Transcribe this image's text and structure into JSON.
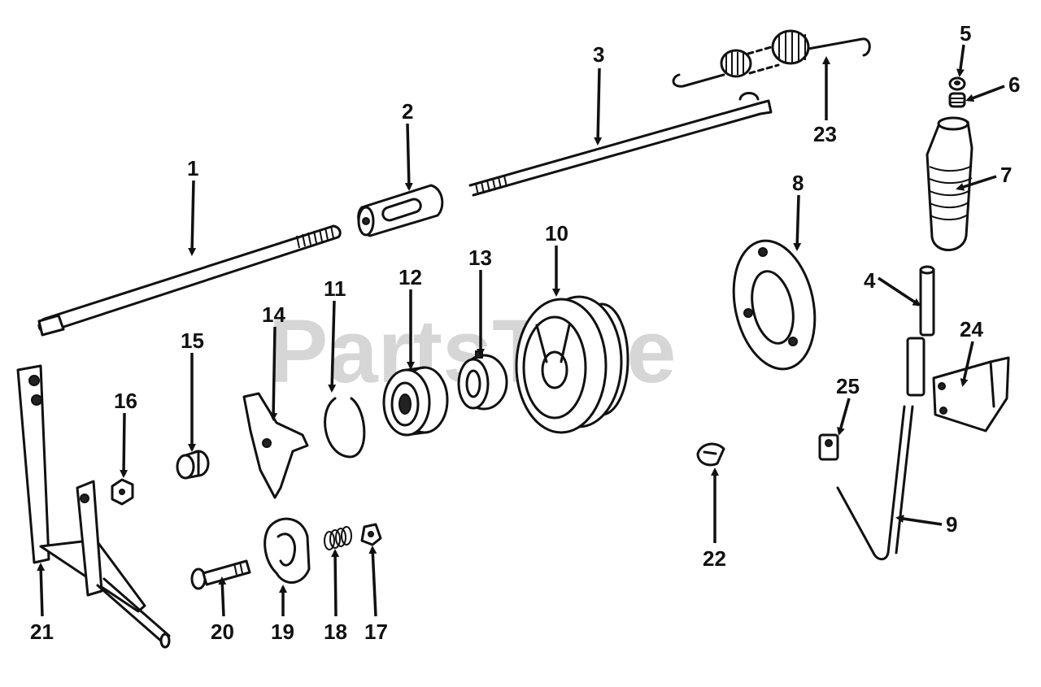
{
  "watermark": {
    "text": "PartsTree",
    "mark": "™"
  },
  "labels": {
    "l1": "1",
    "l2": "2",
    "l3": "3",
    "l4": "4",
    "l5": "5",
    "l6": "6",
    "l7": "7",
    "l8": "8",
    "l9": "9",
    "l10": "10",
    "l11": "11",
    "l12": "12",
    "l13": "13",
    "l14": "14",
    "l15": "15",
    "l16": "16",
    "l17": "17",
    "l18": "18",
    "l19": "19",
    "l20": "20",
    "l21": "21",
    "l22": "22",
    "l23": "23",
    "l24": "24",
    "l25": "25"
  }
}
